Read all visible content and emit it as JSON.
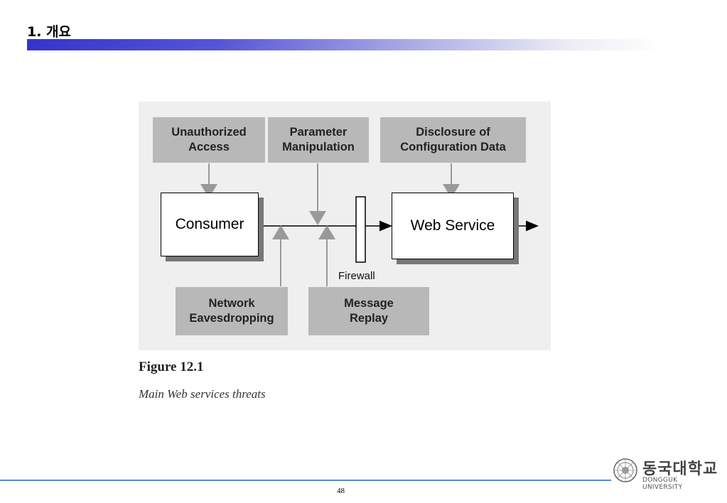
{
  "slide": {
    "title": "1. 개요",
    "page_number": "48"
  },
  "diagram": {
    "threats_top": [
      "Unauthorized\nAccess",
      "Parameter\nManipulation",
      "Disclosure of\nConfiguration Data"
    ],
    "threats_bottom": [
      "Network\nEavesdropping",
      "Message\nReplay"
    ],
    "nodes": {
      "consumer": "Consumer",
      "web_service": "Web Service",
      "firewall": "Firewall"
    },
    "colors": {
      "panel": "#efefef",
      "threat_box": "#b8b8b8",
      "arrow": "#999999"
    }
  },
  "figure": {
    "number": "Figure 12.1",
    "caption": "Main Web services threats"
  },
  "logo": {
    "name_korean": "동국대학교",
    "name_english": "DONGGUK UNIVERSITY"
  }
}
